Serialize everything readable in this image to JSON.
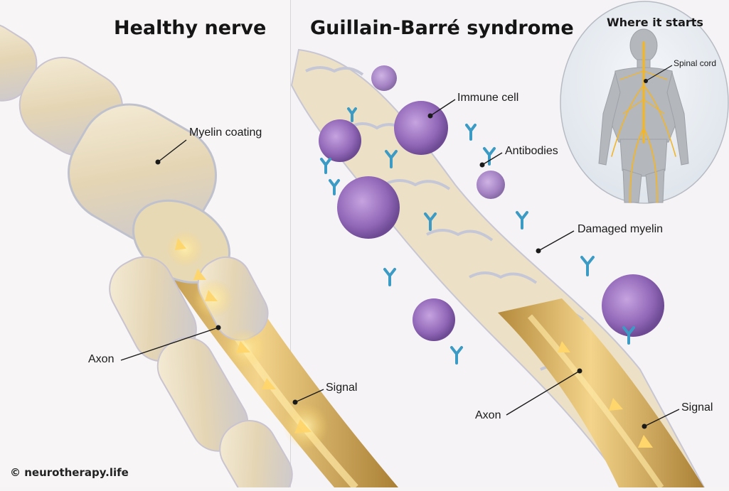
{
  "left_panel": {
    "title": "Healthy nerve",
    "labels": {
      "myelin": "Myelin coating",
      "axon": "Axon",
      "signal": "Signal"
    }
  },
  "right_panel": {
    "title": "Guillain-Barré syndrome",
    "labels": {
      "immune_cell": "Immune cell",
      "antibodies": "Antibodies",
      "damaged_myelin": "Damaged myelin",
      "axon": "Axon",
      "signal": "Signal"
    }
  },
  "inset": {
    "title": "Where it starts",
    "spinal_cord_label": "Spinal cord"
  },
  "watermark": {
    "text": "© neurotherapy.life"
  },
  "colors": {
    "axon": "#d9b25e",
    "axon_glow": "#ffd66b",
    "myelin": "#e9ddc0",
    "myelin_shade": "#c7c9d6",
    "immune_cell": "#9b6fc0",
    "antibody": "#3b9bc4",
    "inset_bg": "#e8edf2",
    "body": "#b9bcc0",
    "nerve": "#f2b62a"
  }
}
